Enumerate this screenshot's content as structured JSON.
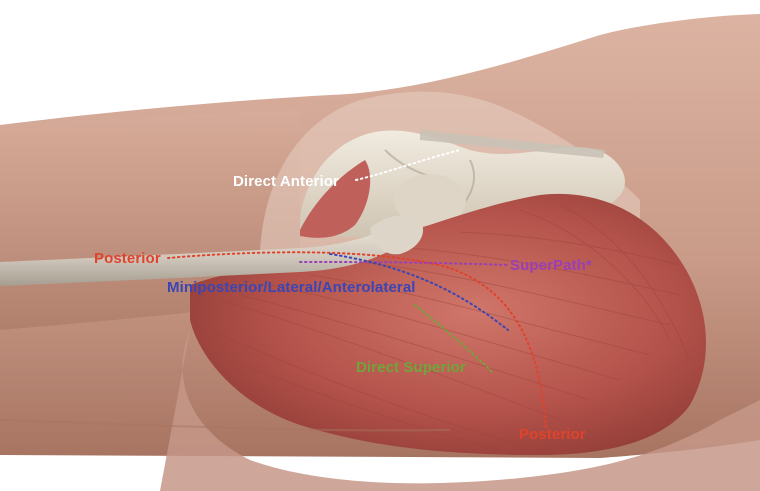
{
  "labels": {
    "direct_anterior": "Direct Anterior",
    "posterior_upper": "Posterior",
    "superpath": "SuperPath*",
    "miniposterior": "Miniposterior/Lateral/Anterolateral",
    "direct_superior": "Direct Superior",
    "posterior_lower": "Posterior"
  },
  "colors": {
    "direct_anterior": "#ffffff",
    "posterior": "#e0432c",
    "superpath": "#9a3fb5",
    "miniposterior": "#3b45b5",
    "direct_superior": "#6fa53a",
    "skin": "#caa08e",
    "muscle": "#b4524a",
    "bone": "#e6ddcf"
  }
}
